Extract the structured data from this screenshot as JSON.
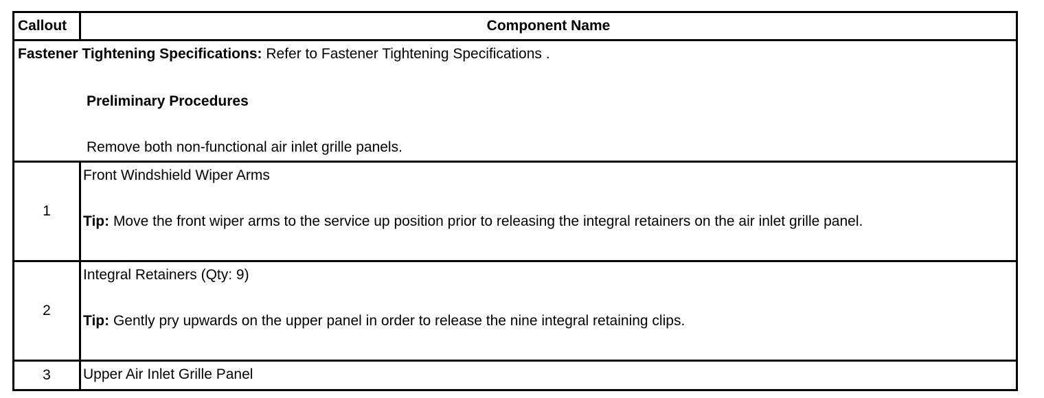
{
  "table": {
    "headers": {
      "callout": "Callout",
      "component": "Component Name"
    },
    "spec": {
      "label": "Fastener Tightening Specifications:",
      "text": " Refer to Fastener Tightening Specifications ."
    },
    "preliminary": {
      "title": "Preliminary Procedures",
      "text": "Remove both non-functional air inlet grille panels."
    },
    "rows": [
      {
        "callout": "1",
        "name": "Front Windshield Wiper Arms",
        "tip_label": "Tip:",
        "tip_text": " Move the front wiper arms to the service up position prior to releasing the integral retainers on the air inlet grille panel."
      },
      {
        "callout": "2",
        "name": "Integral Retainers (Qty: 9)",
        "tip_label": "Tip:",
        "tip_text": " Gently pry upwards on the upper panel in order to release the nine integral retaining clips."
      },
      {
        "callout": "3",
        "name": "Upper Air Inlet Grille Panel"
      }
    ]
  }
}
